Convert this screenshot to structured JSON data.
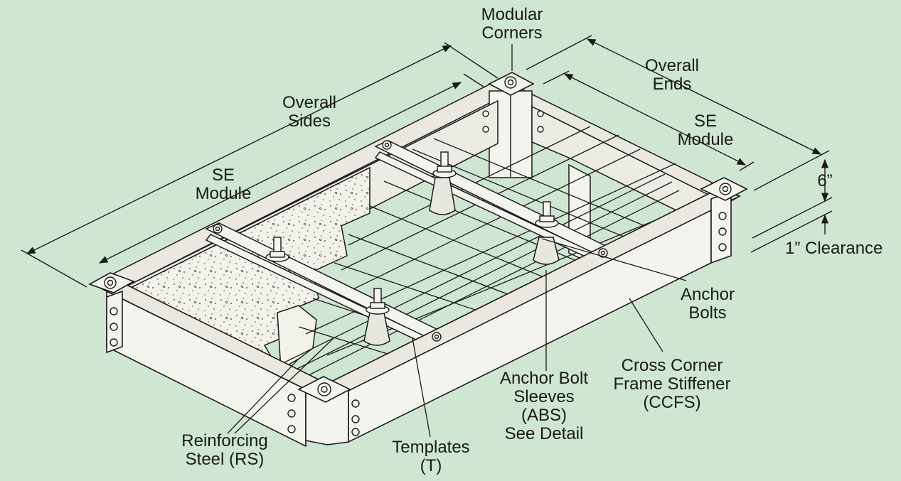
{
  "colors": {
    "background": "#cfe6d2",
    "frame_face": "#f4f4ef",
    "frame_top": "#eae8e0",
    "concrete": "#f2f1ea",
    "line": "#1a1a1a"
  },
  "labels": {
    "modular_corners": [
      "Modular",
      "Corners"
    ],
    "overall_ends": [
      "Overall",
      "Ends"
    ],
    "overall_sides": [
      "Overall",
      "Sides"
    ],
    "se_module_end": [
      "SE",
      "Module"
    ],
    "se_module_side": [
      "SE",
      "Module"
    ],
    "height": "6”",
    "clearance": "1” Clearance",
    "anchor_bolts": [
      "Anchor",
      "Bolts"
    ],
    "cross_corner_frame_stiffener": [
      "Cross Corner",
      "Frame Stiffener",
      "(CCFS)"
    ],
    "anchor_bolt_sleeves": [
      "Anchor Bolt",
      "Sleeves",
      "(ABS)",
      "See Detail"
    ],
    "templates": [
      "Templates",
      "(T)"
    ],
    "reinforcing_steel": [
      "Reinforcing",
      "Steel (RS)"
    ]
  },
  "icons": [
    "bolt-head-icon",
    "arrowhead-icon"
  ]
}
